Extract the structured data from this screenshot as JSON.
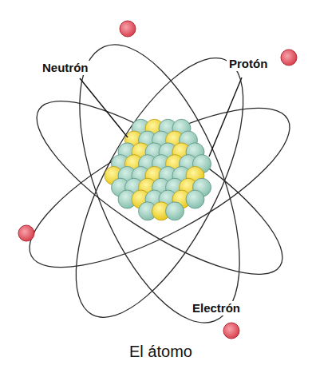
{
  "diagram": {
    "caption": "El átomo",
    "labels": [
      "Neutrón",
      "Protón",
      "Electrón"
    ]
  }
}
